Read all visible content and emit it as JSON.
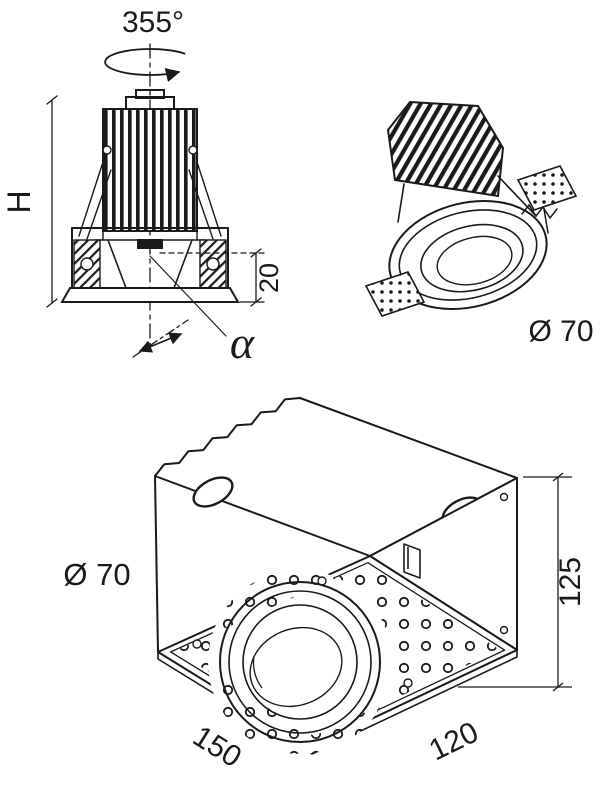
{
  "drawing": {
    "front_view": {
      "rotation_label": "355°",
      "height_label": "H",
      "recess_label": "20",
      "tilt_label": "α"
    },
    "module_view": {
      "diameter_label": "Ø 70"
    },
    "housing_view": {
      "cutout_label": "Ø 70",
      "height_label": "125",
      "length_label": "150",
      "width_label": "120"
    }
  },
  "colors": {
    "ink": "#1a1a1a",
    "background": "#ffffff"
  }
}
